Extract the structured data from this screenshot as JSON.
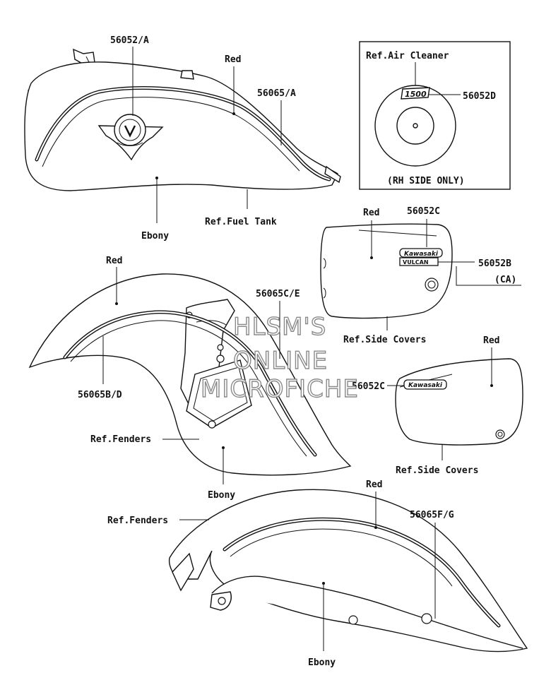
{
  "labels": {
    "fuel_tank_part": "56052/A",
    "fuel_tank_red": "Red",
    "fuel_tank_stripe": "56065/A",
    "fuel_tank_ebony": "Ebony",
    "fuel_tank_ref": "Ref.Fuel Tank",
    "air_cleaner_ref": "Ref.Air Cleaner",
    "air_cleaner_part": "56052D",
    "air_cleaner_note": "(RH SIDE ONLY)",
    "side_cover_top_red": "Red",
    "side_cover_top_part": "56052C",
    "side_cover_top_part_b": "56052B",
    "side_cover_top_ca": "(CA)",
    "side_cover_top_ref": "Ref.Side Covers",
    "front_fender_red": "Red",
    "front_fender_stripe_ce": "56065C/E",
    "front_fender_stripe_bd": "56065B/D",
    "front_fender_ref": "Ref.Fenders",
    "front_fender_ebony": "Ebony",
    "side_cover_bottom_part": "56052C",
    "side_cover_bottom_red": "Red",
    "side_cover_bottom_ref": "Ref.Side Covers",
    "rear_fender_red": "Red",
    "rear_fender_ref": "Ref.Fenders",
    "rear_fender_stripe": "56065F/G",
    "rear_fender_ebony": "Ebony"
  },
  "emblems": {
    "kawasaki": "Kawasaki",
    "vulcan": "VULCAN",
    "engine_size": "1500"
  },
  "watermark": {
    "line1": "HLSM'S",
    "line2": "ONLINE",
    "line3": "MICROFICHE"
  }
}
